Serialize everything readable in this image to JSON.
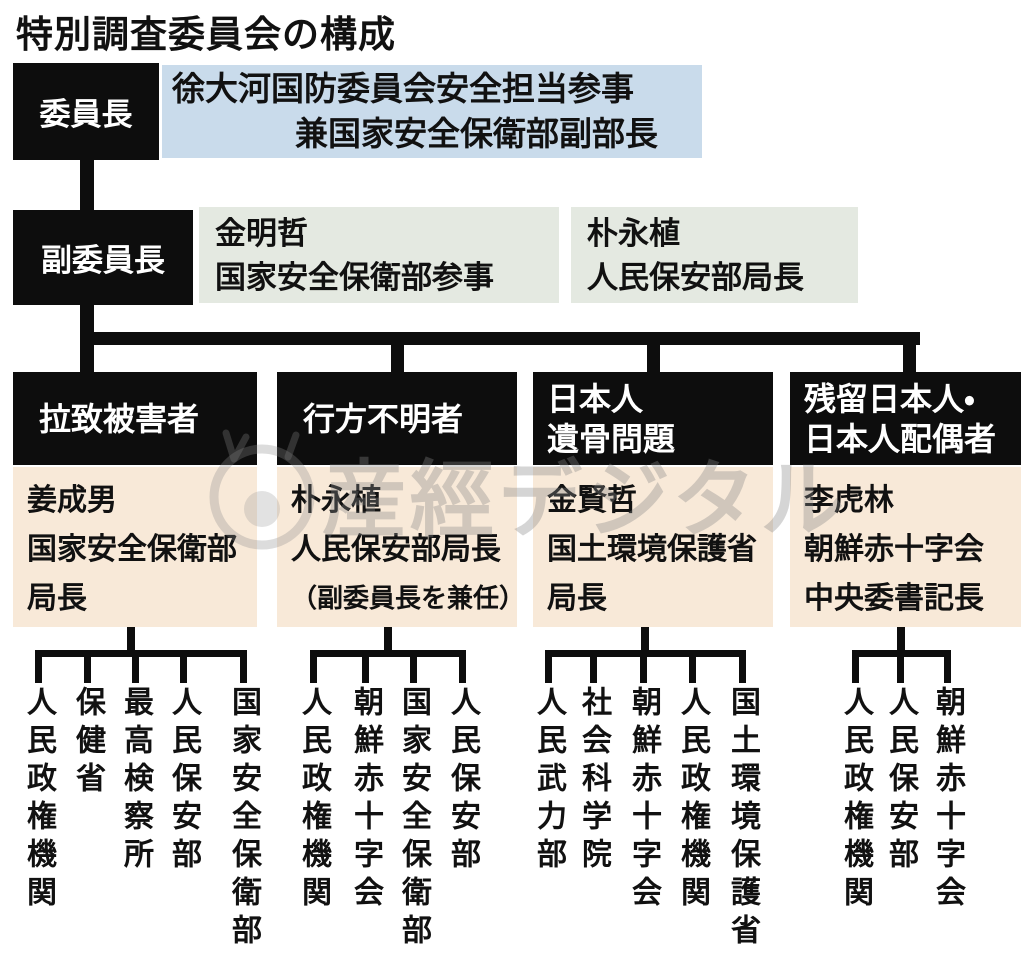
{
  "colors": {
    "chart-black": "#0d0d0d",
    "blue-bg": "#c9dbeb",
    "green-bg": "#e4e9e1",
    "peach-bg": "#f8e9d8",
    "text": "#111111"
  },
  "title": "特別調査委員会の構成",
  "watermark_text": "産經デジタル",
  "chairman": {
    "label": "委員長",
    "description_lines": [
      "徐大河国防委員会安全担当参事",
      "兼国家安全保衛部副部長"
    ]
  },
  "vice_chairman": {
    "label": "副委員長",
    "members": [
      {
        "name": "金明哲",
        "title": "国家安全保衛部参事"
      },
      {
        "name": "朴永植",
        "title": "人民保安部局長"
      }
    ]
  },
  "branches": [
    {
      "header_lines": [
        "拉致被害者"
      ],
      "person": {
        "name": "姜成男",
        "title_lines": [
          "国家安全保衛部",
          "局長"
        ]
      },
      "organizations": [
        "国家安全保衛部",
        "人民保安部",
        "最高検察所",
        "保健省",
        "人民政権機関"
      ]
    },
    {
      "header_lines": [
        "行方不明者"
      ],
      "person": {
        "name": "朴永植",
        "title_lines": [
          "人民保安部局長",
          "（副委員長を兼任）"
        ]
      },
      "organizations": [
        "人民保安部",
        "国家安全保衛部",
        "朝鮮赤十字会",
        "人民政権機関"
      ]
    },
    {
      "header_lines": [
        "日本人",
        "遺骨問題"
      ],
      "person": {
        "name": "金賢哲",
        "title_lines": [
          "国土環境保護省",
          "局長"
        ]
      },
      "organizations": [
        "国土環境保護省",
        "人民政権機関",
        "朝鮮赤十字会",
        "社会科学院",
        "人民武力部"
      ]
    },
    {
      "header_lines": [
        "残留日本人・",
        "日本人配偶者"
      ],
      "person": {
        "name": "李虎林",
        "title_lines": [
          "朝鮮赤十字会",
          "中央委書記長"
        ]
      },
      "organizations": [
        "朝鮮赤十字会",
        "人民保安部",
        "人民政権機関"
      ]
    }
  ]
}
